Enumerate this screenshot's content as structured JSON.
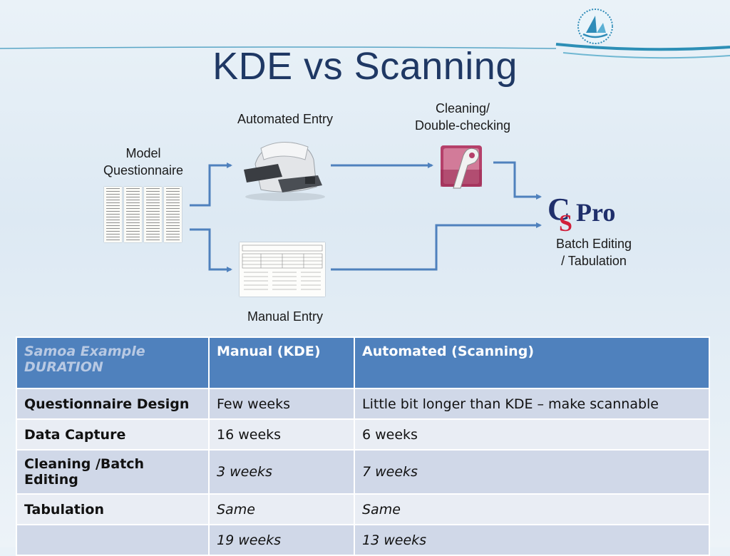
{
  "slide": {
    "title": "KDE vs Scanning"
  },
  "diagram": {
    "model_questionnaire": "Model\nQuestionnaire",
    "automated_entry": "Automated Entry",
    "cleaning": "Cleaning/\nDouble-checking",
    "csprō": "CSPro",
    "batch_editing": "Batch Editing\n/ Tabulation",
    "manual_entry": "Manual Entry"
  },
  "table": {
    "headers": [
      "Samoa Example DURATION",
      "Manual (KDE)",
      "Automated (Scanning)"
    ],
    "rows": [
      {
        "label": "Questionnaire Design",
        "kde": "Few weeks",
        "scan": "Little bit longer than KDE – make scannable",
        "italic": false
      },
      {
        "label": "Data Capture",
        "kde": "16 weeks",
        "scan": "6 weeks",
        "italic": false
      },
      {
        "label": "Cleaning /Batch Editing",
        "kde": "3 weeks",
        "scan": "7 weeks",
        "italic": true
      },
      {
        "label": "Tabulation",
        "kde": "Same",
        "scan": "Same",
        "italic": true
      },
      {
        "label": "",
        "kde": "19 weeks",
        "scan": "13 weeks",
        "italic": true
      }
    ]
  },
  "colors": {
    "title": "#1f3864",
    "arrow": "#4f81bd",
    "header_bg": "#4f81bd",
    "row_odd": "#d0d8e8",
    "row_even": "#e9edf4"
  }
}
